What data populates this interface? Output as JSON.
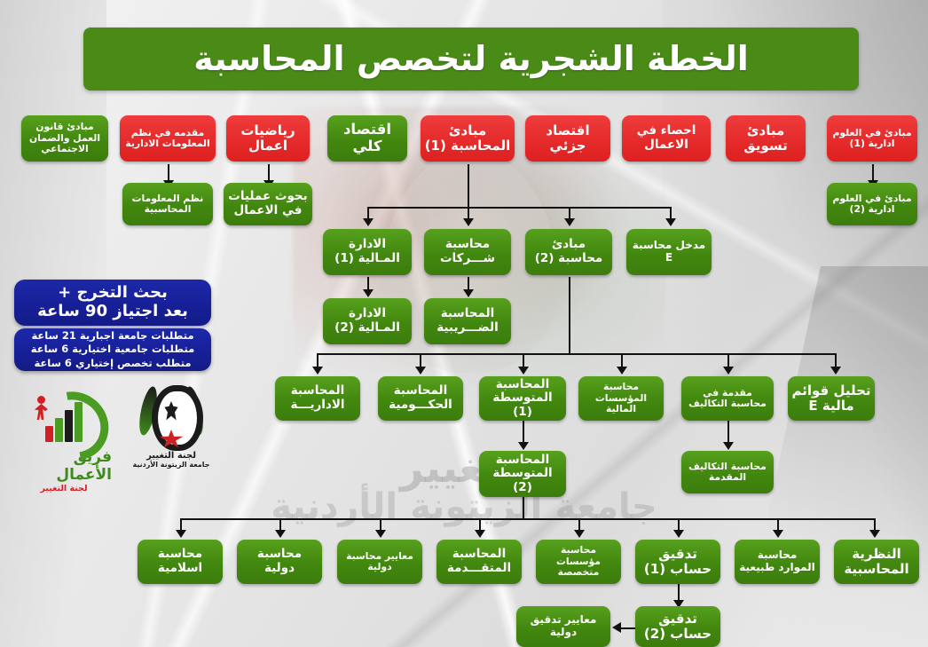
{
  "title": "الخطة الشجرية لتخصص المحاسبة",
  "colors": {
    "green": "#42870f",
    "red": "#e52b2b",
    "blue": "#171f96",
    "title_bg": "#4a8b17",
    "connector": "#111111",
    "background": "#e9e9e9"
  },
  "watermark": {
    "line1": "التغيير",
    "line2": "جامعة الزيتونة الأردنية"
  },
  "row_top": [
    {
      "id": "labor-law",
      "label": "مبادئ قانون العمل والضمان الاجتماعي",
      "color": "green"
    },
    {
      "id": "mis-intro",
      "label": "مقدمه في نظم المعلومات الادارية",
      "color": "red"
    },
    {
      "id": "business-math",
      "label": "رياضيات اعمال",
      "color": "red"
    },
    {
      "id": "macro-econ",
      "label": "اقتصاد كلي",
      "color": "green"
    },
    {
      "id": "acct-principles-1",
      "label": "مبادئ المحاسبة (1)",
      "color": "red"
    },
    {
      "id": "micro-econ",
      "label": "اقتصاد جزئي",
      "color": "red"
    },
    {
      "id": "business-stats",
      "label": "احصاء في الاعمال",
      "color": "red"
    },
    {
      "id": "marketing-principles",
      "label": "مبادئ تسويق",
      "color": "red"
    },
    {
      "id": "mgmt-science-1",
      "label": "مبادئ في العلوم ادارية (1)",
      "color": "red"
    }
  ],
  "row_two": [
    {
      "id": "ais",
      "label": "نظم المعلومات المحاسبية",
      "color": "green"
    },
    {
      "id": "operations-res",
      "label": "بحوث عمليات في الاعمال",
      "color": "green"
    },
    {
      "id": "mgmt-science-2",
      "label": "مبادئ في العلوم ادارية (2)",
      "color": "green"
    }
  ],
  "row_three": [
    {
      "id": "fin-mgmt-1",
      "label": "الادارة المـالية (1)",
      "color": "green"
    },
    {
      "id": "corp-acct",
      "label": "محاسبة شـــركات",
      "color": "green"
    },
    {
      "id": "acct-principles-2",
      "label": "مبادئ محاسبة (2)",
      "color": "green"
    },
    {
      "id": "acct-entry-e",
      "label": "مدخل محاسبة E",
      "color": "green"
    }
  ],
  "row_four": [
    {
      "id": "fin-mgmt-2",
      "label": "الادارة المـالية (2)",
      "color": "green"
    },
    {
      "id": "tax-acct",
      "label": "المحاسبة الضـــريبية",
      "color": "green"
    }
  ],
  "row_five": [
    {
      "id": "managerial-acct",
      "label": "المحاسبة الاداريـــة",
      "color": "green"
    },
    {
      "id": "governmental-acct",
      "label": "المحاسبة الحكـــومية",
      "color": "green"
    },
    {
      "id": "intermediate-acct-1",
      "label": "المحاسبة المتوسطة (1)",
      "color": "green"
    },
    {
      "id": "fin-institutions-acct",
      "label": "محاسبة المؤسسات المالية",
      "color": "green"
    },
    {
      "id": "cost-acct-intro",
      "label": "مقدمة في محاسبة التكاليف",
      "color": "green"
    },
    {
      "id": "fin-statements-e",
      "label": "تحليل قوائم مالية E",
      "color": "green"
    }
  ],
  "row_six": [
    {
      "id": "intermediate-acct-2",
      "label": "المحاسبة المتوسطة (2)",
      "color": "green"
    },
    {
      "id": "advanced-cost-acct",
      "label": "محاسبة التكاليف المقدمة",
      "color": "green"
    }
  ],
  "row_bottom": [
    {
      "id": "islamic-acct",
      "label": "محاسبة اسلامية",
      "color": "green"
    },
    {
      "id": "international-acct",
      "label": "محاسبة دولية",
      "color": "green"
    },
    {
      "id": "intl-acct-standards",
      "label": "معايير محاسبة دولية",
      "color": "green"
    },
    {
      "id": "advanced-acct",
      "label": "المحاسبة المتقـــدمة",
      "color": "green"
    },
    {
      "id": "specialized-inst-acct",
      "label": "محاسبة مؤسسات متخصصة",
      "color": "green"
    },
    {
      "id": "auditing-1",
      "label": "تدقيق حساب (1)",
      "color": "green"
    },
    {
      "id": "natural-res-acct",
      "label": "محاسبة الموارد طبيعية",
      "color": "green"
    },
    {
      "id": "accounting-theory",
      "label": "النظرية المحاسبية",
      "color": "green"
    }
  ],
  "row_last": [
    {
      "id": "intl-audit-standards",
      "label": "معايير تدقيق دولية",
      "color": "green"
    },
    {
      "id": "auditing-2",
      "label": "تدقيق حساب (2)",
      "color": "green"
    }
  ],
  "side_notes": [
    {
      "id": "graduation-research",
      "label": "بحث التخرج +\nبعد اجتياز 90 ساعة",
      "color": "blue"
    }
  ],
  "requirements": {
    "line1": "متطلبات جامعة اجبارية 21 ساعة",
    "line2": "متطلبات جامعية اختيارية 6 ساعة",
    "line3": "متطلب تخصص إختياري 6 ساعة"
  },
  "logos": {
    "business_team": {
      "main": "فريق الأعمال",
      "sub": "لجنة التغيير"
    },
    "university": {
      "main": "لجنة التغيير",
      "sub": "جامعة الزيتونة الأردنية"
    }
  }
}
